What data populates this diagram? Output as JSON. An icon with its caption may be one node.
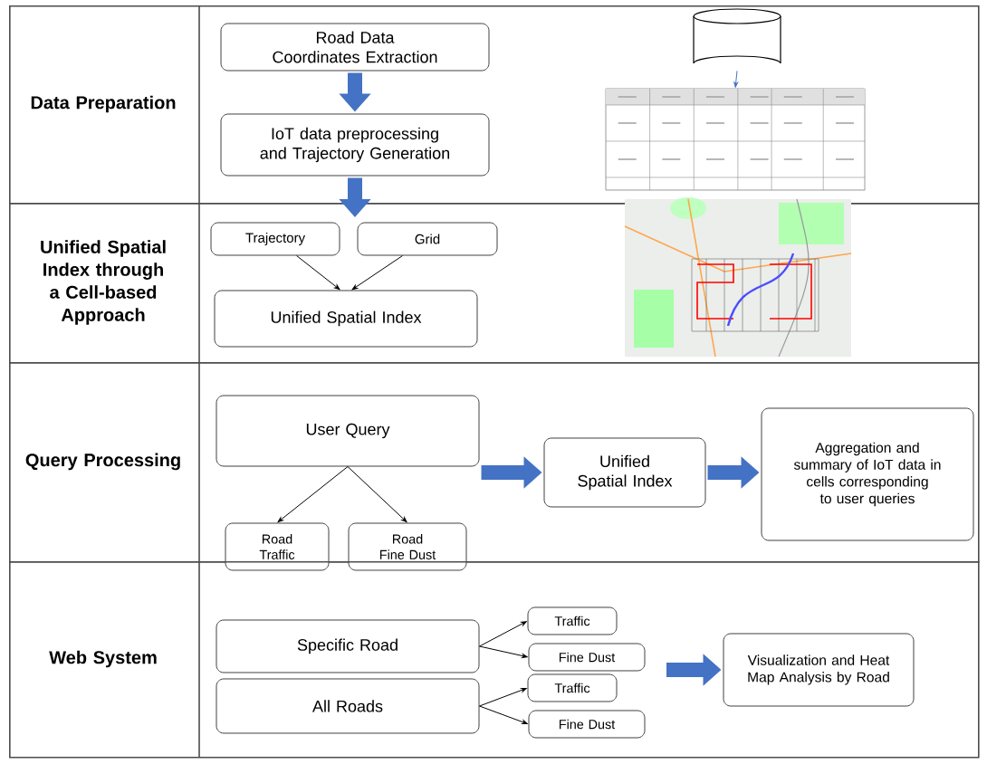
{
  "diagram": {
    "nodes": [
      {
        "text": [
          "Data Preparation"
        ]
      },
      {
        "text": [
          "Road Data Coordinates Extraction"
        ],
        "in": 0
      },
      {
        "text": [
          "IoT data preprocessing and Trajectory Generation"
        ],
        "in": 0
      },
      {
        "text": [],
        "shape": "cylinder",
        "in": 0
      },
      {
        "text": [],
        "shape": "table",
        "in": 0
      },
      {
        "text": [
          "Unified Spatial Index through a Cell-based Approach"
        ]
      },
      {
        "text": [
          "Trajectory"
        ],
        "in": 5
      },
      {
        "text": [
          "Grid"
        ],
        "in": 5
      },
      {
        "text": [
          "Unified Spatial Index"
        ],
        "in": 5
      },
      {
        "text": [
          "Query Processing"
        ]
      },
      {
        "text": [
          "User Query"
        ],
        "in": 9
      },
      {
        "text": [
          "Unified Spatial Index"
        ],
        "in": 9
      },
      {
        "text": [
          "Aggregation and summary of IoT data in cells corresponding to user queries"
        ],
        "in": 9
      },
      {
        "text": [
          "Road Traffic"
        ],
        "in": 9
      },
      {
        "text": [
          "Road Fine Dust"
        ],
        "in": 9
      },
      {
        "text": [
          "Web System"
        ]
      },
      {
        "text": [
          "Specific Road"
        ],
        "in": 15
      },
      {
        "text": [
          "All Roads"
        ],
        "in": 15
      },
      {
        "text": [
          "Traffic"
        ],
        "in": 15
      },
      {
        "text": [
          "Fine Dust"
        ],
        "in": 15
      },
      {
        "text": [
          "Traffic"
        ],
        "in": 15
      },
      {
        "text": [
          "Fine Dust"
        ],
        "in": 15
      },
      {
        "text": [
          "Visualization and Heat Map Analysis by Road"
        ],
        "in": 15
      }
    ],
    "edges": [
      {
        "from": 1,
        "to": 2,
        "arrow": "to",
        "style": "thick",
        "color": "#4472c4"
      },
      {
        "from": 2,
        "to": 5,
        "arrow": "to",
        "style": "thick",
        "color": "#4472c4"
      },
      {
        "from": 3,
        "to": 4,
        "arrow": "to",
        "color": "#4472c4"
      },
      {
        "from": 6,
        "to": 8,
        "arrow": "to"
      },
      {
        "from": 7,
        "to": 8,
        "arrow": "to"
      },
      {
        "from": 10,
        "to": 11,
        "arrow": "to",
        "style": "thick",
        "color": "#4472c4"
      },
      {
        "from": 11,
        "to": 12,
        "arrow": "to",
        "style": "thick",
        "color": "#4472c4"
      },
      {
        "from": 10,
        "to": 13,
        "arrow": "to"
      },
      {
        "from": 10,
        "to": 14,
        "arrow": "to"
      },
      {
        "from": 16,
        "to": 18,
        "arrow": "to"
      },
      {
        "from": 16,
        "to": 19,
        "arrow": "to"
      },
      {
        "from": 17,
        "to": 20,
        "arrow": "to"
      },
      {
        "from": 17,
        "to": 21,
        "arrow": "to"
      },
      {
        "from": null,
        "to": 22,
        "arrow": "to",
        "style": "thick",
        "color": "#4472c4"
      }
    ]
  }
}
